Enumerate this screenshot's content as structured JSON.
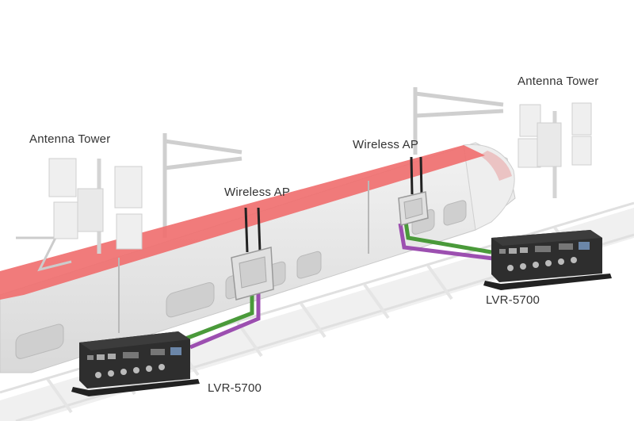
{
  "labels": {
    "antenna_tower_left": "Antenna Tower",
    "antenna_tower_right": "Antenna Tower",
    "wireless_ap_left": "Wireless AP",
    "wireless_ap_right": "Wireless AP",
    "lvr_left": "LVR-5700",
    "lvr_right": "LVR-5700"
  },
  "colors": {
    "roof": "#f07070",
    "train_body": "#e6e6e6",
    "green_cable": "#4a9a3a",
    "purple_cable": "#9c4fb0",
    "device": "#2e2e2e"
  },
  "icons": [
    "antenna-tower-icon",
    "wireless-ap-icon",
    "lvr-5700-device-icon",
    "train-icon"
  ]
}
